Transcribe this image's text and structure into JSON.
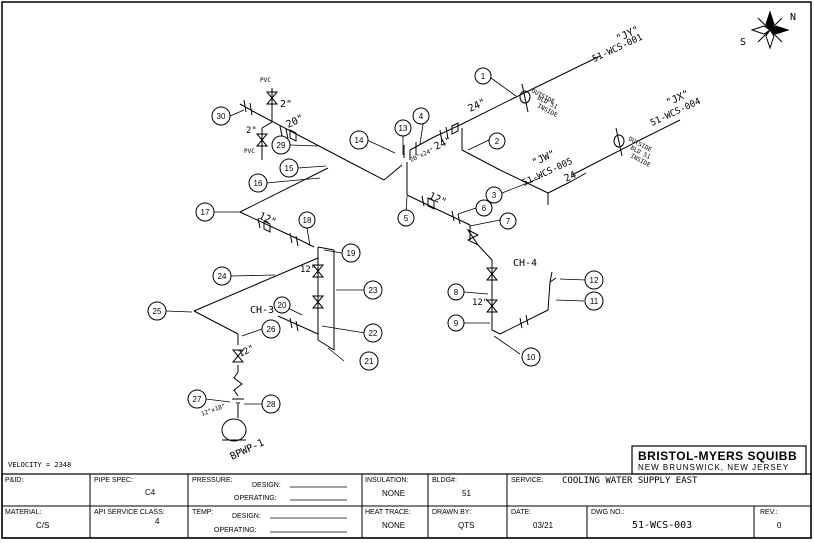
{
  "compass": {
    "north": "N",
    "south": "S"
  },
  "velocity": "VELOCITY = 2348",
  "lines": {
    "jy": {
      "tag": "\"JY\"",
      "line": "51-WCS-001"
    },
    "jx": {
      "tag": "\"JX\"",
      "line": "51-WCS-004"
    },
    "jw": {
      "tag": "\"JW\"",
      "line": "51-WCS-005"
    }
  },
  "wall_note": {
    "l1": "OUTSIDE",
    "l2": "BLD 51",
    "l3": "INSIDE"
  },
  "sizes": {
    "s24a": "24\"",
    "s24b": "24\"",
    "s24c": "24",
    "s20": "20\"",
    "s2a": "2\"",
    "s2b": "2\"",
    "s12a": "12\"",
    "s12b": "12\"",
    "s12c": "12\"",
    "s12d": "12\"",
    "s12e": "12\"",
    "red1": "20\"x24\"",
    "red2": "12\"x18\""
  },
  "pvc": {
    "a": "PVC",
    "b": "PVC"
  },
  "ch3": "CH-3",
  "ch4": "CH-4",
  "pump": "BPWP-1",
  "bubbles": [
    "1",
    "2",
    "3",
    "4",
    "5",
    "6",
    "7",
    "8",
    "9",
    "10",
    "11",
    "12",
    "13",
    "14",
    "15",
    "16",
    "17",
    "18",
    "19",
    "20",
    "21",
    "22",
    "23",
    "24",
    "25",
    "26",
    "27",
    "28",
    "29",
    "30"
  ],
  "title_block": {
    "company": "BRISTOL-MYERS SQUIBB",
    "location": "NEW BRUNSWICK, NEW JERSEY",
    "pid_label": "P&ID:",
    "pipe_spec_label": "PIPE SPEC:",
    "pipe_spec_value": "C4",
    "pressure_label": "PRESSURE:",
    "design_label": "DESIGN:",
    "operating_label": "OPERATING:",
    "insulation_label": "INSULATION:",
    "insulation_value": "NONE",
    "bldg_label": "BLDG#:",
    "bldg_value": "51",
    "service_label": "SERVICE:",
    "service_value": "COOLING WATER SUPPLY EAST",
    "material_label": "MATERIAL:",
    "material_value": "C/S",
    "api_label": "API SERVICE CLASS:",
    "api_value": "4",
    "temp_label": "TEMP:",
    "temp_design_label": "DESIGN:",
    "temp_operating_label": "OPERATING:",
    "heat_trace_label": "HEAT TRACE:",
    "heat_trace_value": "NONE",
    "drawn_by_label": "DRAWN BY:",
    "drawn_by_value": "QTS",
    "date_label": "DATE:",
    "date_value": "03/21",
    "dwg_label": "DWG NO.:",
    "dwg_value": "51-WCS-003",
    "rev_label": "REV.:",
    "rev_value": "0"
  }
}
